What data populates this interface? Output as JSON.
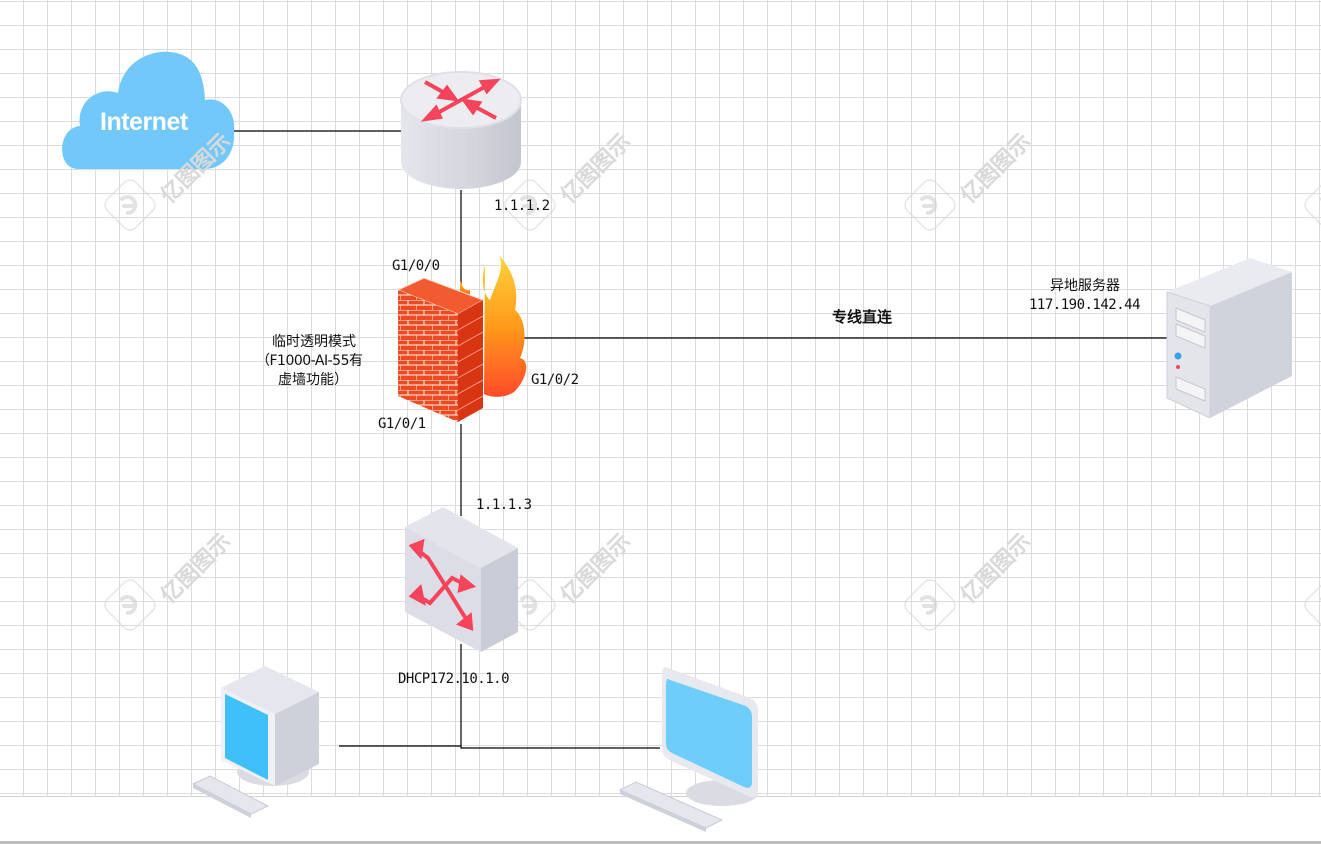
{
  "diagram": {
    "watermark_text": "亿图图示",
    "nodes": {
      "internet": {
        "label": "Internet",
        "icon": "cloud-icon",
        "color": "#73c8fb"
      },
      "router": {
        "icon": "router-icon",
        "ip_label": "1.1.1.2"
      },
      "firewall": {
        "icon": "firewall-icon",
        "note_lines": [
          "临时透明模式",
          "（F1000-AI-55有",
          "虚墙功能）"
        ],
        "ports": {
          "top": "G1/0/0",
          "bottom": "G1/0/1",
          "right": "G1/0/2"
        }
      },
      "switch": {
        "icon": "switch-icon",
        "ip_label": "1.1.1.3",
        "dhcp_label": "DHCP172.10.1.0"
      },
      "remote_server": {
        "icon": "server-icon",
        "name": "异地服务器",
        "ip": "117.190.142.44"
      },
      "pc_left": {
        "icon": "desktop-pc-icon"
      },
      "pc_right": {
        "icon": "monitor-pc-icon"
      }
    },
    "links": [
      {
        "from": "internet",
        "to": "router"
      },
      {
        "from": "router",
        "to": "firewall"
      },
      {
        "from": "firewall",
        "to": "remote_server",
        "label": "专线直连"
      },
      {
        "from": "firewall",
        "to": "switch"
      },
      {
        "from": "switch",
        "to": "pc_left"
      },
      {
        "from": "switch",
        "to": "pc_right"
      }
    ],
    "colors": {
      "link": "#000000",
      "arrow_red": "#f7445a",
      "device_gray": "#dcdde6",
      "screen_blue": "#40c0fb",
      "brick_red": "#e8441e"
    }
  }
}
